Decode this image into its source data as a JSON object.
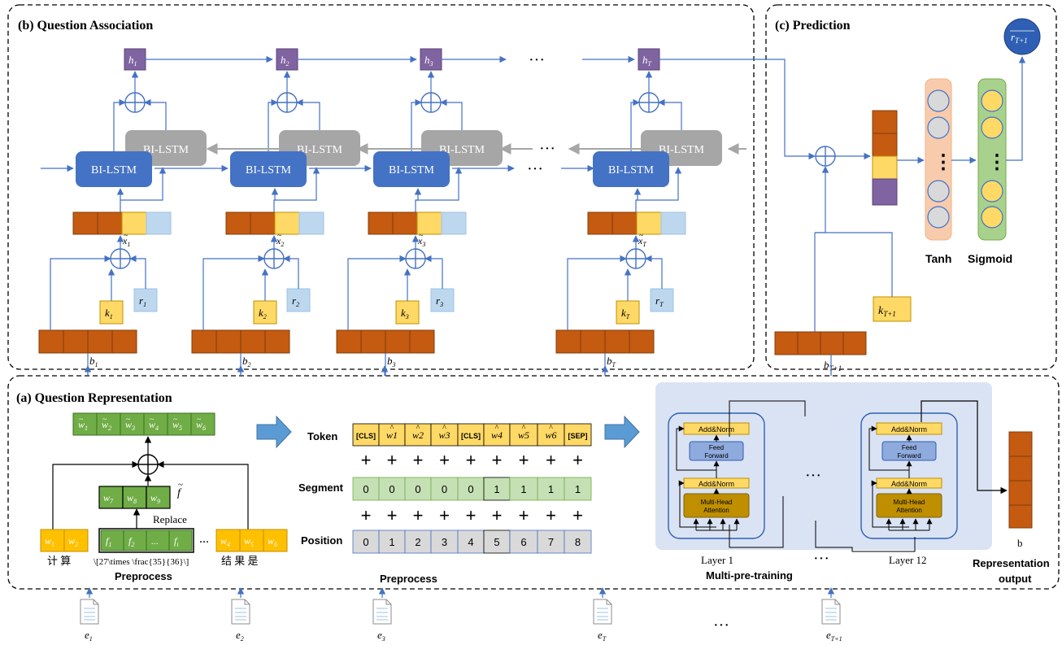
{
  "panels": {
    "b_title": "(b) Question Association",
    "c_title": "(c) Prediction",
    "a_title": "(a) Question Representation"
  },
  "association": {
    "h_labels": [
      "h",
      "h",
      "h",
      "h"
    ],
    "h_subs": [
      "1",
      "2",
      "3",
      "T"
    ],
    "lstm_label": "BI-LSTM",
    "k_labels": [
      "k",
      "k",
      "k",
      "k"
    ],
    "k_subs": [
      "1",
      "2",
      "3",
      "T"
    ],
    "r_labels": [
      "r",
      "r",
      "r",
      "r"
    ],
    "r_subs": [
      "1",
      "2",
      "3",
      "T"
    ],
    "b_labels": [
      "b",
      "b",
      "b",
      "b"
    ],
    "b_subs": [
      "1",
      "2",
      "3",
      "T"
    ],
    "xtilde_labels": [
      "x",
      "x",
      "x",
      "x"
    ],
    "xtilde_subs": [
      "1",
      "2",
      "3",
      "T"
    ],
    "ellipsis": "···"
  },
  "prediction": {
    "output_label": "r",
    "output_sub": "T+1",
    "tanh_label": "Tanh",
    "sigmoid_label": "Sigmoid",
    "k_label": "k",
    "k_sub": "T+1",
    "b_label": "b",
    "b_sub": "T+1",
    "dots": "⋮"
  },
  "representation": {
    "w_top": [
      "w",
      "w",
      "w",
      "w",
      "w",
      "w"
    ],
    "w_top_subs": [
      "1",
      "2",
      "3",
      "4",
      "5",
      "6"
    ],
    "w_mid": [
      "w",
      "w",
      "w"
    ],
    "w_mid_subs": [
      "7",
      "8",
      "9"
    ],
    "f_tilde": "f",
    "replace_label": "Replace",
    "w_left": [
      "w",
      "w"
    ],
    "w_left_subs": [
      "1",
      "2"
    ],
    "f_cells": [
      "f",
      "f",
      "...",
      "f"
    ],
    "f_subs": [
      "1",
      "2",
      "",
      "i"
    ],
    "w_right": [
      "w",
      "w",
      "w"
    ],
    "w_right_subs": [
      "4",
      "5",
      "6"
    ],
    "chars_left": "计  算",
    "formula": "\\[27\\times \\frac{35}{36}\\]",
    "chars_right": "结  果  是",
    "preprocess_label": "Preprocess",
    "ellipsis": "..."
  },
  "bert_input": {
    "token_label": "Token",
    "segment_label": "Segment",
    "position_label": "Position",
    "tokens": [
      "[CLS]",
      "w1",
      "w2",
      "w3",
      "[CLS]",
      "w4",
      "w5",
      "w6",
      "[SEP]"
    ],
    "segments": [
      "0",
      "0",
      "0",
      "0",
      "0",
      "1",
      "1",
      "1",
      "1"
    ],
    "positions": [
      "0",
      "1",
      "2",
      "3",
      "4",
      "5",
      "6",
      "7",
      "8"
    ],
    "plus": "+",
    "preprocess_label": "Preprocess"
  },
  "transformer": {
    "add_norm": "Add&Norm",
    "feed_forward_1": "Feed",
    "feed_forward_2": "Forward",
    "mha_1": "Multi-Head",
    "mha_2": "Attention",
    "layer1": "Layer 1",
    "layer12": "Layer 12",
    "ellipsis": "···",
    "multi_pre_training": "Multi-pre-training",
    "b_label": "b",
    "rep_output_1": "Representation",
    "rep_output_2": "output"
  },
  "exercises": {
    "labels": [
      "e",
      "e",
      "e",
      "e",
      "e"
    ],
    "subs": [
      "1",
      "2",
      "3",
      "T",
      "T+1"
    ],
    "ellipsis": "···"
  },
  "colors": {
    "blue_lstm": "#4472c4",
    "gray_lstm": "#a6a6a6",
    "brown": "#c55a11",
    "yellow": "#ffd966",
    "light_blue": "#bdd7ee",
    "purple": "#8064a2",
    "green": "#70ad47",
    "light_green": "#c5e0b4",
    "gray_cell": "#d9d9d9",
    "orange_panel": "#f4b183",
    "green_panel": "#a9d18e",
    "output_circle": "#2e5fb4",
    "trans_bg": "#dae3f3"
  }
}
